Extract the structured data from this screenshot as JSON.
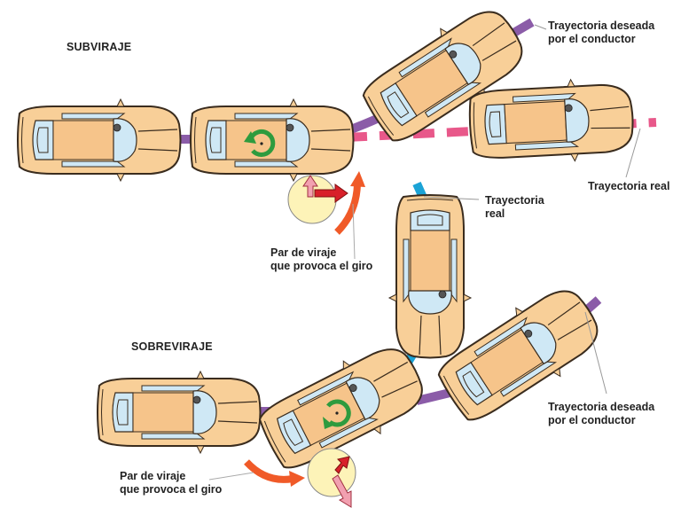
{
  "diagram": {
    "sections": [
      {
        "id": "subviraje",
        "title": "SUBVIRAJE"
      },
      {
        "id": "sobreviraje",
        "title": "SOBREVIRAJE"
      }
    ],
    "labels": {
      "sub_desired": "Trayectoria deseada\npor el conductor",
      "sub_real": "Trayectoria real",
      "sub_torque": "Par de viraje\nque provoca el giro",
      "sobre_real": "Trayectoria\nreal",
      "sobre_desired": "Trayectoria deseada\npor el conductor",
      "sobre_torque": "Par de viraje\nque provoca el giro"
    },
    "colors": {
      "desired_path": "#8b5ca8",
      "real_path_understeer": "#e8588a",
      "real_path_oversteer": "#1ba3d6",
      "torque_arrow": "#f05a28",
      "yaw_arrow": "#2e9b3e",
      "force_red": "#d8202a",
      "force_pink": "#f2a0b0",
      "tire_circle": "#fdf3b8",
      "car_body": "#f8cf98",
      "car_glass": "#cfe8f5"
    }
  }
}
